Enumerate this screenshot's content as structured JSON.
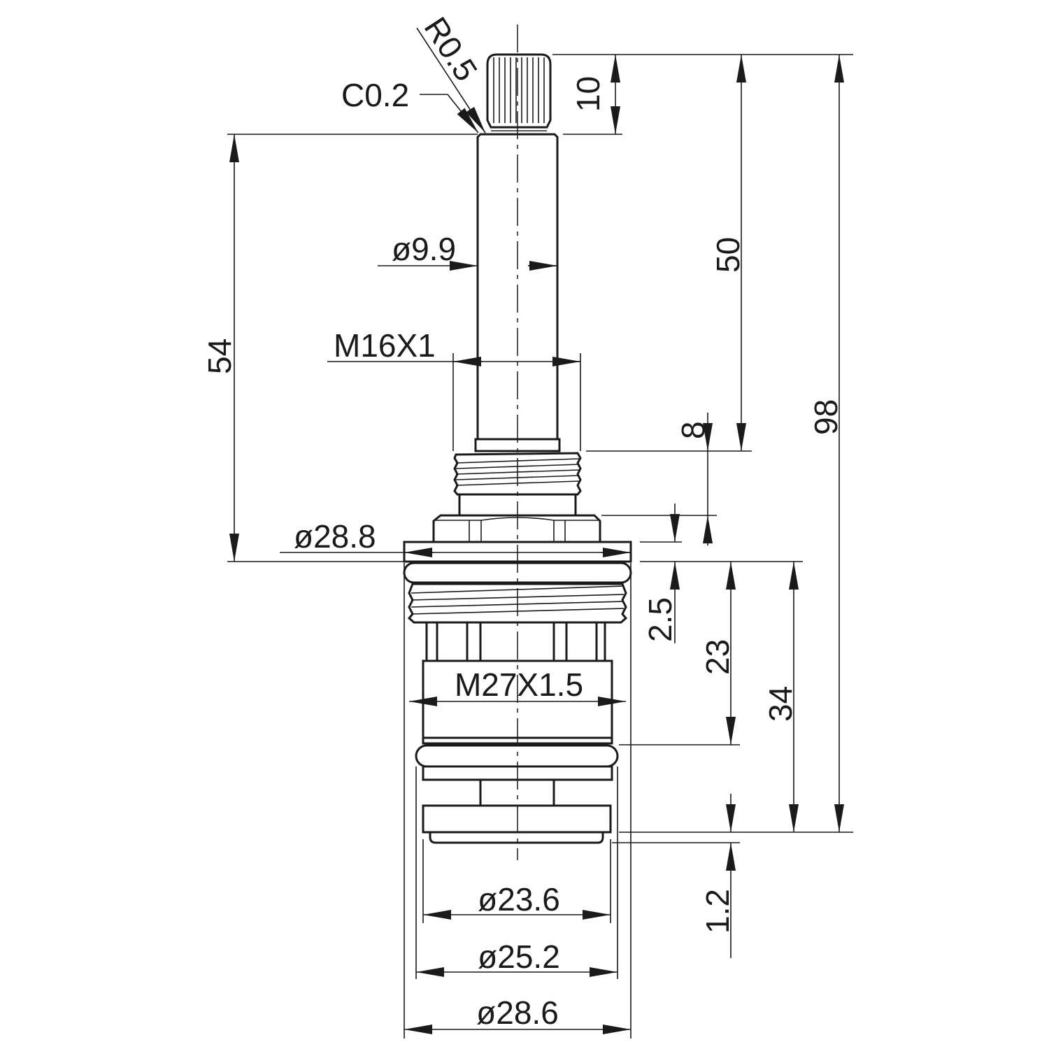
{
  "drawing": {
    "stroke_color": "#1a1a1a",
    "labels": {
      "r05": "R0.5",
      "c02": "C0.2",
      "d10": "10",
      "d50": "50",
      "d98": "98",
      "d54": "54",
      "d8": "8",
      "d25": "2.5",
      "d23": "23",
      "d34": "34",
      "d12": "1.2",
      "dia99": "ø9.9",
      "m16": "M16X1",
      "dia288": "ø28.8",
      "m27": "M27X1.5",
      "dia236": "ø23.6",
      "dia252": "ø25.2",
      "dia286": "ø28.6"
    }
  }
}
